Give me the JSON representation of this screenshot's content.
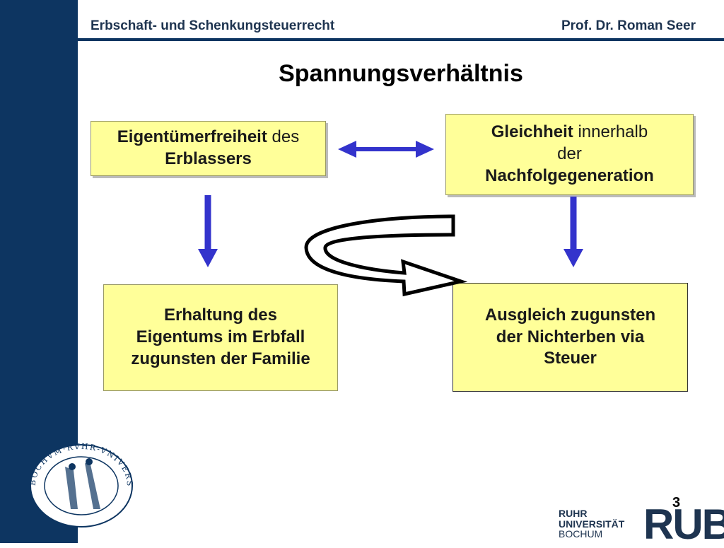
{
  "header": {
    "left_title": "Erbschaft- und Schenkungsteuerrecht",
    "right_title": "Prof. Dr. Roman Seer"
  },
  "slide": {
    "title": "Spannungsverhältnis",
    "page_number": "3"
  },
  "boxes": {
    "top_left": {
      "bold1": "Eigentümerfreiheit",
      "text1": " des",
      "bold2": "Erblassers"
    },
    "top_right": {
      "bold1": "Gleichheit",
      "text1": " innerhalb",
      "text2": "der",
      "bold2": "Nachfolgegeneration"
    },
    "bottom_left": {
      "line1": "Erhaltung des",
      "line2": "Eigentums im Erbfall",
      "line3": "zugunsten der Familie"
    },
    "bottom_right": {
      "line1": "Ausgleich zugunsten",
      "line2": "der Nichterben via",
      "line3": "Steuer"
    }
  },
  "footer": {
    "logo_line1": "RUHR",
    "logo_line2": "UNIVERSITÄT",
    "logo_line3": "BOCHUM",
    "logo_mark": "RUB",
    "seal_text": "BOCHVM·RVHR-VNIVERSITÄT"
  },
  "colors": {
    "sidebar": "#0d3561",
    "box_fill": "#ffff99",
    "arrow": "#3333cc"
  },
  "icons": [
    "double-arrow-icon",
    "down-arrow-icon",
    "curved-arrow-icon",
    "university-seal-icon"
  ]
}
